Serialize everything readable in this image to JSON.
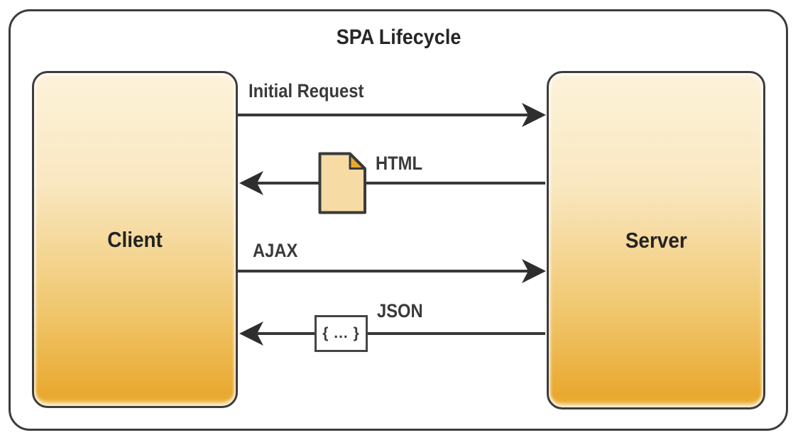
{
  "diagram": {
    "title": "SPA Lifecycle",
    "nodes": {
      "client": {
        "label": "Client"
      },
      "server": {
        "label": "Server"
      }
    },
    "flows": [
      {
        "label": "Initial Request",
        "from": "client",
        "to": "server",
        "icon": null
      },
      {
        "label": "HTML",
        "from": "server",
        "to": "client",
        "icon": "document-icon"
      },
      {
        "label": "AJAX",
        "from": "client",
        "to": "server",
        "icon": null
      },
      {
        "label": "JSON",
        "from": "server",
        "to": "client",
        "icon": "json-braces-icon",
        "icon_text": "{ ... }"
      }
    ],
    "colors": {
      "node_gradient_top": "#FDF3DA",
      "node_gradient_bottom": "#E9A930",
      "border": "#3D3D3D",
      "arrow": "#373737",
      "text": "#262626",
      "label_text": "#3A3A3A",
      "document_fill": "#F6DCA4",
      "fold_fill": "#E9A930",
      "background": "#FFFFFF"
    }
  }
}
